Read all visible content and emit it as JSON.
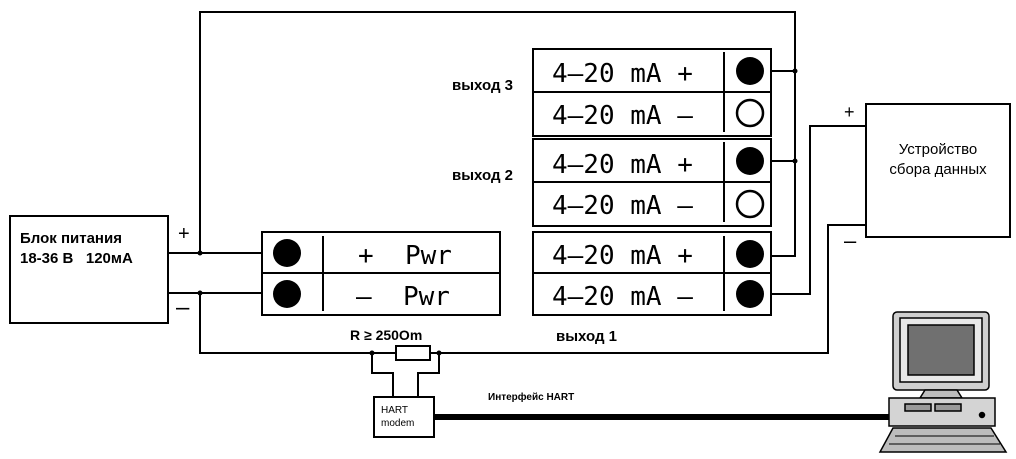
{
  "power_supply": {
    "line1": "Блок питания",
    "line2": "18-36 В   120мА",
    "plus": "+",
    "minus": "–"
  },
  "device": {
    "pwr_plus": "+  Pwr",
    "pwr_minus": "–  Pwr"
  },
  "outputs": [
    {
      "label": "выход 3",
      "plus": "4–20 mA +",
      "minus": "4–20 mA –"
    },
    {
      "label": "выход 2",
      "plus": "4–20 mA +",
      "minus": "4–20 mA –"
    },
    {
      "label": "выход 1",
      "plus": "4–20 mA +",
      "minus": "4–20 mA –"
    }
  ],
  "resistor": {
    "label": "R ≥ 250Om"
  },
  "collector": {
    "line1": "Устройство",
    "line2": "сбора данных",
    "plus": "+",
    "minus": "–"
  },
  "modem": {
    "line1": "HART",
    "line2": "modem"
  },
  "interface": {
    "label": "Интерфейс HART"
  }
}
